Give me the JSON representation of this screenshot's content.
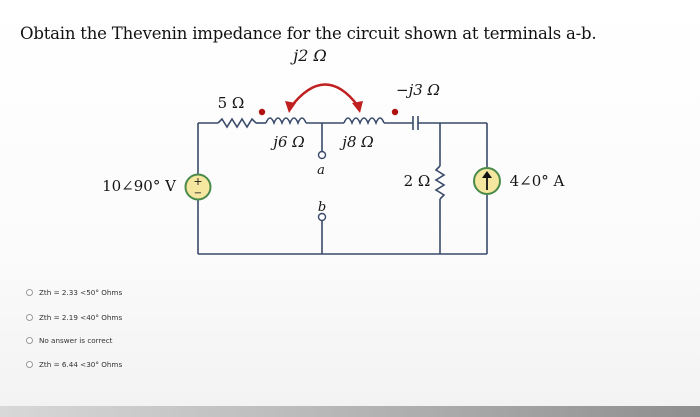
{
  "question": {
    "text": "Obtain the Thevenin impedance for the circuit shown at terminals a-b."
  },
  "circuit": {
    "coupling_label": "j2 Ω",
    "r1_label": "5 Ω",
    "l1_label": "j6 Ω",
    "l2_label": "j8 Ω",
    "cap_label": "−j3 Ω",
    "r2_label": "2 Ω",
    "source_v_label": "10∠90° V",
    "source_i_label": "4∠0° A",
    "terminal_a": "a",
    "terminal_b": "b",
    "source_v_sign": "+",
    "source_v_minus": "−"
  },
  "options": [
    {
      "label": "Zth = 2.33 <50° Ohms"
    },
    {
      "label": "Zth = 2.19 <40° Ohms"
    },
    {
      "label": "No answer is correct"
    },
    {
      "label": "Zth = 6.44 <30° Ohms"
    }
  ],
  "colors": {
    "wire": "#3a4a6a",
    "source_fill": "#f5e6a0",
    "source_stroke": "#4a8a4a",
    "coupling_arrow": "#c02020",
    "dot": "#b01010"
  }
}
